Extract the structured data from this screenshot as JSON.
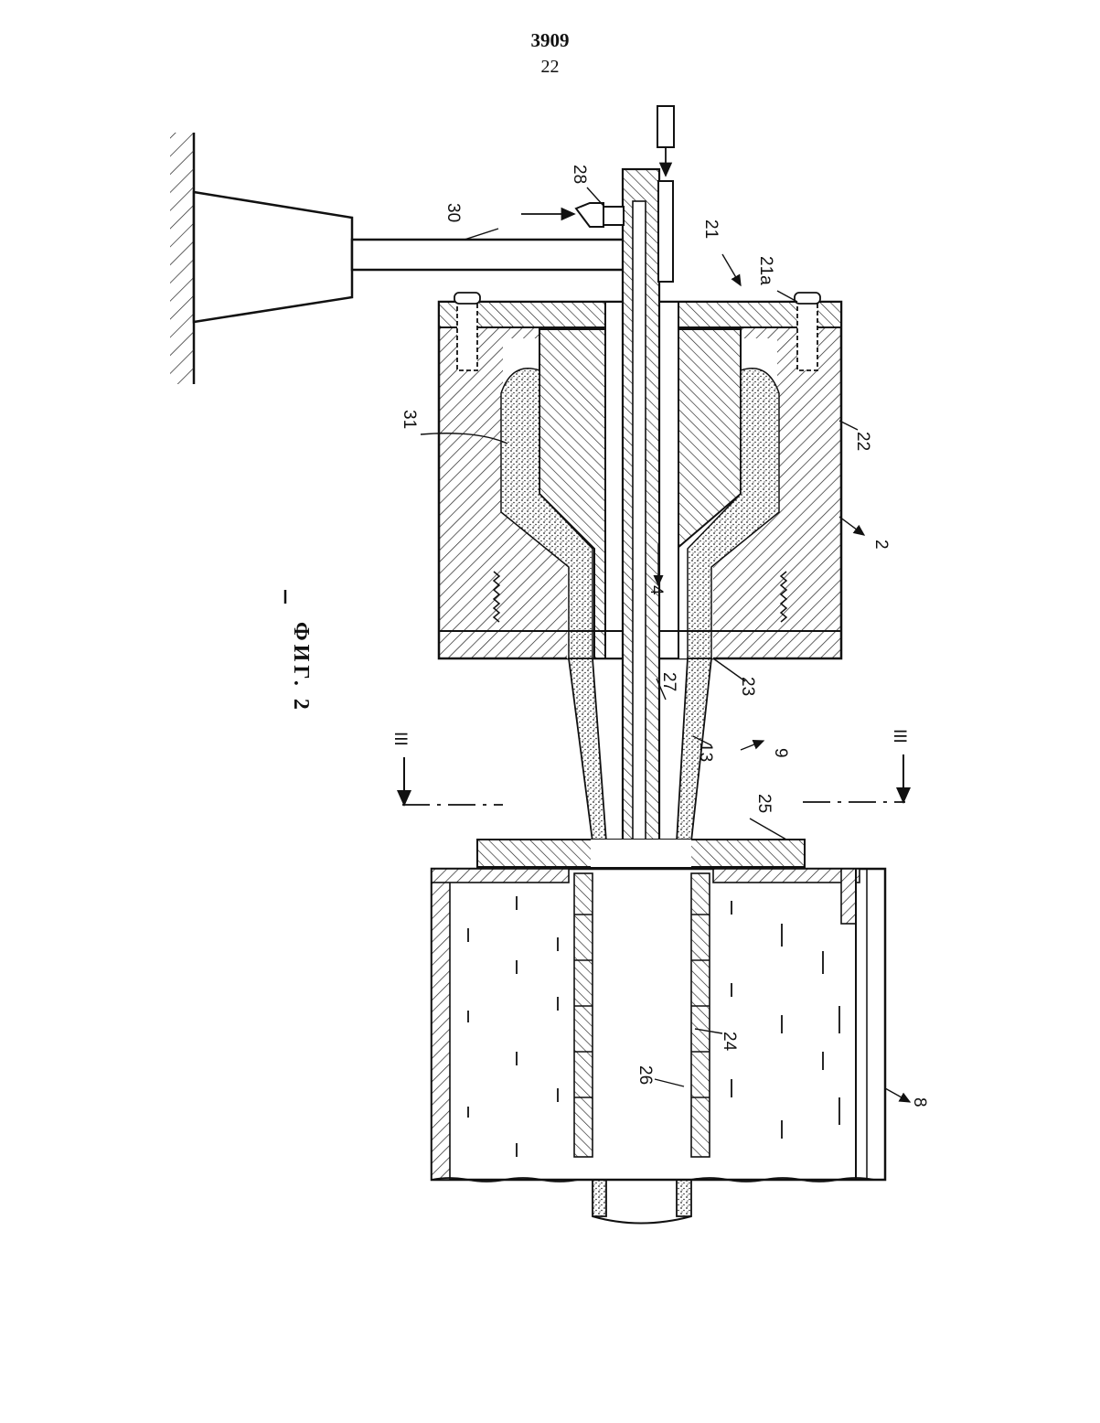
{
  "header": {
    "document_number": "3909",
    "page_number": "22"
  },
  "figure": {
    "caption": "ФИГ. 2",
    "labels": {
      "l30": "30",
      "l28": "28",
      "l21": "21",
      "l21a": "21a",
      "l22": "22",
      "l2": "2",
      "l31": "31",
      "l4": "4",
      "l27": "27",
      "l23": "23",
      "l13": "13",
      "l9": "9",
      "l25": "25",
      "l24": "24",
      "l26": "26",
      "l8": "8",
      "section_left": "III",
      "section_right": "III"
    }
  }
}
